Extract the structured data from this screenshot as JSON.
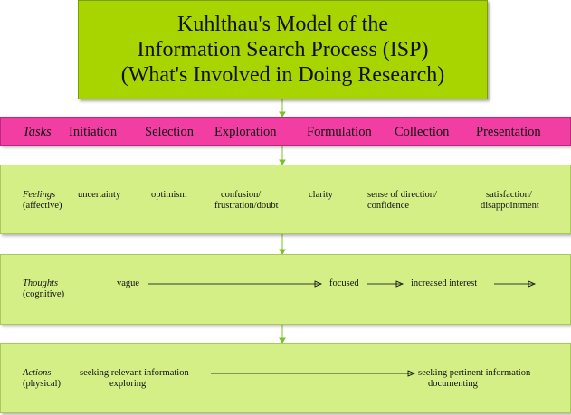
{
  "title": {
    "line1": "Kuhlthau's  Model of the",
    "line2": "Information  Search Process (ISP)",
    "line3": "(What's Involved in Doing Research)"
  },
  "tasks": {
    "label": "Tasks",
    "items": [
      "Initiation",
      "Selection",
      "Exploration",
      "Formulation",
      "Collection",
      "Presentation"
    ]
  },
  "feelings": {
    "label": "Feelings",
    "sublabel": "(affective)",
    "items": [
      {
        "l1": "uncertainty",
        "l2": ""
      },
      {
        "l1": "optimism",
        "l2": ""
      },
      {
        "l1": "confusion/",
        "l2": "frustration/doubt"
      },
      {
        "l1": "clarity",
        "l2": ""
      },
      {
        "l1": "sense of direction/",
        "l2": "confidence"
      },
      {
        "l1": "satisfaction/",
        "l2": "disappointment"
      }
    ]
  },
  "thoughts": {
    "label": "Thoughts",
    "sublabel": "(cognitive)",
    "vague": "vague",
    "focused": "focused",
    "interest": "increased interest"
  },
  "actions": {
    "label": "Actions",
    "sublabel": "(physical)",
    "seeking_relevant": "seeking relevant information",
    "exploring": "exploring",
    "seeking_pertinent": "seeking pertinent information",
    "documenting": "documenting"
  },
  "colors": {
    "title_bg": "#a8d400",
    "tasks_bg": "#f23ea3",
    "row_bg": "#d3ef86",
    "connector": "#7cbf2a"
  }
}
